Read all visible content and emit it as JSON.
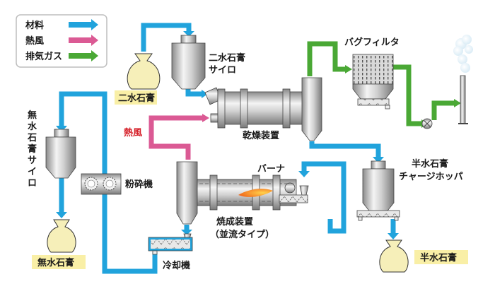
{
  "colors": {
    "material": "#21a3dc",
    "hot_air": "#db5a94",
    "exhaust": "#4aa835",
    "label_highlight": "#f9efa6",
    "hot_air_label": "#d6212a",
    "bag_fill": "#f6efb9"
  },
  "legend": {
    "items": [
      {
        "label": "材料",
        "flow": "material"
      },
      {
        "label": "熱風",
        "flow": "hot_air"
      },
      {
        "label": "排気ガス",
        "flow": "exhaust"
      }
    ]
  },
  "labels": {
    "dihydrate_gypsum": "二水石膏",
    "dihydrate_silo_line1": "二水石膏",
    "dihydrate_silo_line2": "サイロ",
    "dryer": "乾燥装置",
    "bag_filter": "バグフィルタ",
    "hot_air": "熱風",
    "anhydrous_silo_vertical": [
      "無",
      "水",
      "石",
      "膏",
      "サ",
      "イ",
      "ロ"
    ],
    "crusher": "粉砕機",
    "anhydrous_gypsum": "無水石膏",
    "burner": "バーナ",
    "calciner_line1": "焼成装置",
    "calciner_line2": "（並流タイプ）",
    "cooler": "冷却機",
    "hemihydrate_hopper_line1": "半水石膏",
    "hemihydrate_hopper_line2": "チャージホッパ",
    "hemihydrate_gypsum": "半水石膏"
  }
}
